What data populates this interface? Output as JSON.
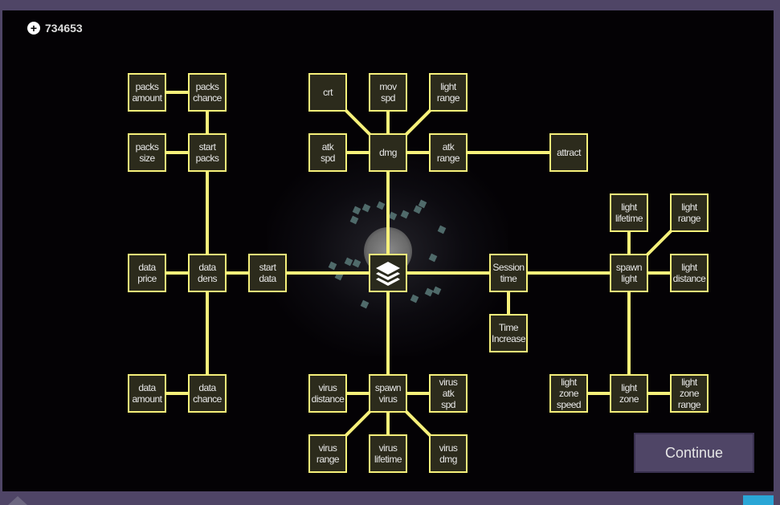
{
  "currency": {
    "icon": "plus-hexagon-icon",
    "value": "734653"
  },
  "continue_label": "Continue",
  "colors": {
    "frame": "#4f4566",
    "wire": "#f6f07a",
    "node_bg": "#2c2b1c"
  },
  "center_icon": "layers-icon",
  "nodes": {
    "packs_amount": "packs\namount",
    "packs_chance": "packs\nchance",
    "packs_size": "packs\nsize",
    "start_packs": "start\npacks",
    "data_price": "data\nprice",
    "data_dens": "data\ndens",
    "start_data": "start\ndata",
    "data_amount": "data\namount",
    "data_chance": "data\nchance",
    "crt": "crt",
    "mov_spd": "mov\nspd",
    "light_range_top": "light\nrange",
    "atk_spd": "atk\nspd",
    "dmg": "dmg",
    "atk_range": "atk\nrange",
    "attract": "attract",
    "session_time": "Session\ntime",
    "time_increase": "Time\nIncrease",
    "light_lifetime": "light\nlifetime",
    "light_range": "light\nrange",
    "spawn_light": "spawn\nlight",
    "light_distance": "light\ndistance",
    "light_zone_speed": "light\nzone\nspeed",
    "light_zone": "light\nzone",
    "light_zone_range": "light\nzone\nrange",
    "virus_distance": "virus\ndistance",
    "spawn_virus": "spawn\nvirus",
    "virus_atk_spd": "virus\natk\nspd",
    "virus_range": "virus\nrange",
    "virus_lifetime": "virus\nlifetime",
    "virus_dmg": "virus\ndmg"
  }
}
